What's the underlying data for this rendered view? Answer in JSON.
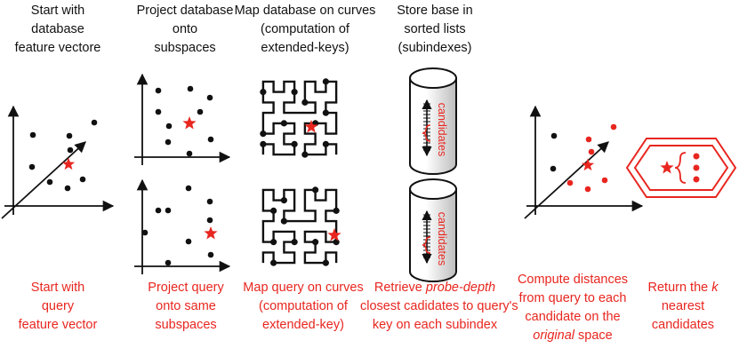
{
  "colors": {
    "ink": "#111111",
    "accent": "#e8261f",
    "cylinder_shade": "#bdbdbd"
  },
  "top_captions": [
    [
      "Start with",
      "database",
      "feature vectore"
    ],
    [
      "Project database",
      "onto",
      "subspaces"
    ],
    [
      "Map database on curves",
      "(computation of",
      "extended-keys)"
    ],
    [
      "Store base in",
      "sorted lists",
      "(subindexes)"
    ]
  ],
  "bottom_captions": {
    "query": [
      "Start with",
      "query",
      "feature vector"
    ],
    "project": [
      "Project query",
      "onto same",
      "subspaces"
    ],
    "map": [
      "Map query on curves",
      "(computation of",
      "extended-key)"
    ],
    "retrieve": {
      "l1_pre": "Retrieve ",
      "l1_em": "probe-depth",
      "l2": "closest cadidates to query's",
      "l3": "key on each subindex"
    },
    "distances": {
      "l1": "Compute distances",
      "l2": "from query to each",
      "l3": "candidate on the",
      "l4_em": "original",
      "l4_post": " space"
    },
    "return": {
      "l1_pre": "Return the ",
      "l1_em": "k",
      "l2": "nearest",
      "l3": "candidates"
    }
  },
  "cylinder_label": "candidates",
  "icons": {
    "query": "star-icon",
    "candidate_bracket": "curly-brace-icon"
  }
}
